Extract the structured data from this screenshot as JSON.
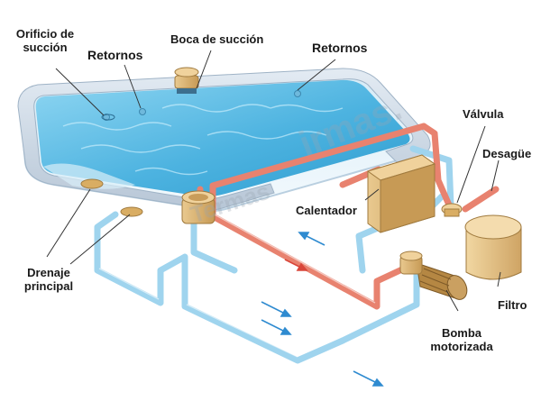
{
  "labels": {
    "orificio_succion_l1": "Orificio de",
    "orificio_succion_l2": "succión",
    "retornos_left": "Retornos",
    "boca_succion": "Boca de succión",
    "retornos_right": "Retornos",
    "valvula": "Válvula",
    "desague": "Desagüe",
    "calentador": "Calentador",
    "drenaje_l1": "Drenaje",
    "drenaje_l2": "principal",
    "filtro": "Filtro",
    "bomba_l1": "Bomba",
    "bomba_l2": "motorizada"
  },
  "watermark": {
    "text_upper": "irmas.",
    "text_lower": "Termas"
  },
  "colors": {
    "water_dark": "#3aa6d6",
    "water_light": "#8fd6f2",
    "pool_rim": "#c7d5e3",
    "pipe_blue": "#9fd4ee",
    "pipe_red": "#e8826f",
    "equipment_tan": "#dcb67a",
    "equipment_dark": "#a07a3e",
    "arrow_blue": "#2f8bd0",
    "arrow_red": "#d9463a",
    "callout_line": "#333333"
  },
  "icons": [
    "suction-outlet-icon",
    "return-jet-icon",
    "skimmer-icon",
    "valve-icon",
    "heater-icon",
    "filter-icon",
    "pump-icon",
    "main-drain-icon",
    "flow-arrow-icon"
  ]
}
